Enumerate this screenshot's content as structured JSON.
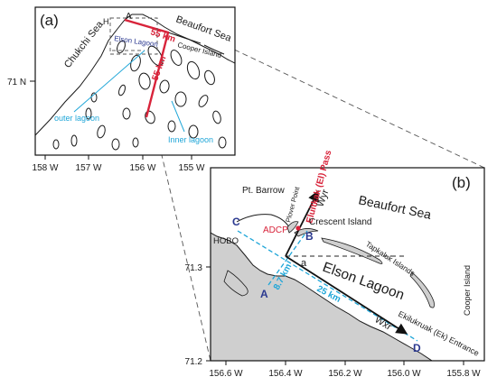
{
  "colors": {
    "land": "#cfcfcf",
    "coast": "#1a1a1a",
    "red": "#d8233a",
    "cyan": "#1fa6d8",
    "navy": "#2b3990",
    "frame": "#111111",
    "guide": "#555555"
  },
  "panel_a": {
    "label": "(a)",
    "chukchi_sea": "Chukchi Sea",
    "beaufort_sea": "Beaufort Sea",
    "elson_lagoon": "Elson Lagoon",
    "cooper_island": "Cooper Island",
    "dist_top": "55 km",
    "dist_side": "55 km",
    "outer_lagoon": "outer lagoon",
    "inner_lagoon": "Inner lagoon",
    "marker_h": "H",
    "marker_a": "A",
    "lat_label": "71 N",
    "x_ticks": [
      "158 W",
      "157 W",
      "156 W",
      "155 W"
    ]
  },
  "panel_b": {
    "label": "(b)",
    "beaufort_sea": "Beaufort Sea",
    "pt_barrow": "Pt. Barrow",
    "plover_point": "Plover Point",
    "eluitkak_pass": "Eluitkak (El) Pass",
    "crescent_island": "Crescent Island",
    "tapkaluk_islands": "Tapkaluk Islands",
    "elson_lagoon": "Elson Lagoon",
    "cooper_island": "Cooper Island",
    "ekilukruak_entrance": "Ekilukruak (Ek) Entrance",
    "hobo": "HOBO",
    "adcp": "ADCP",
    "wyr": "Wyr",
    "wxr": "Wxr",
    "a_label": "a",
    "dist_87": "8.7 km",
    "dist_25": "25 km",
    "point_a": "A",
    "point_b": "B",
    "point_c": "C",
    "point_d": "D",
    "y_ticks": [
      "71.3",
      "71.2"
    ],
    "x_ticks": [
      "156.6 W",
      "156.4 W",
      "156.2 W",
      "156.0 W",
      "155.8 W"
    ]
  }
}
